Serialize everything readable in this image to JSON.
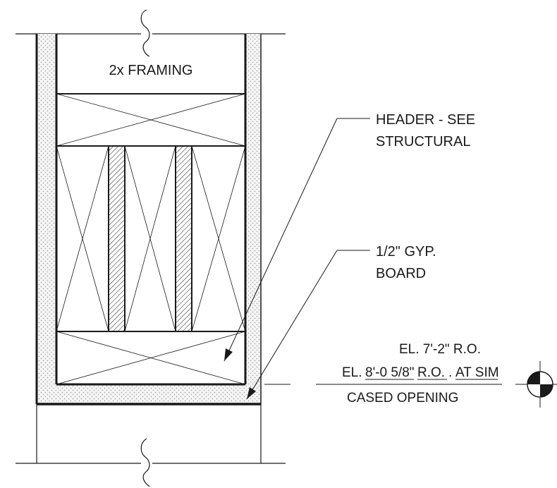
{
  "labels": {
    "framing": "2x FRAMING",
    "header_line1": "HEADER - SEE",
    "header_line2": "STRUCTURAL",
    "gyp_line1": "1/2\" GYP.",
    "gyp_line2": "BOARD",
    "elev_line1": "EL. 7'-2\" R.O.",
    "elev_line2_a": "EL.",
    "elev_line2_b": "8'-0 5/8\"",
    "elev_line2_c": "R.O.",
    "elev_line2_d": ".",
    "elev_line2_e": "AT SIM",
    "elev_line3": "CASED OPENING"
  },
  "colors": {
    "line": "#1a1a1a",
    "gyp_fill": "#f4f4f4",
    "gyp_dot": "#9a9a9a",
    "hatch": "#1a1a1a"
  },
  "icons": {
    "elevation_marker": "elevation-target-icon",
    "break_line": "break-line-icon"
  }
}
